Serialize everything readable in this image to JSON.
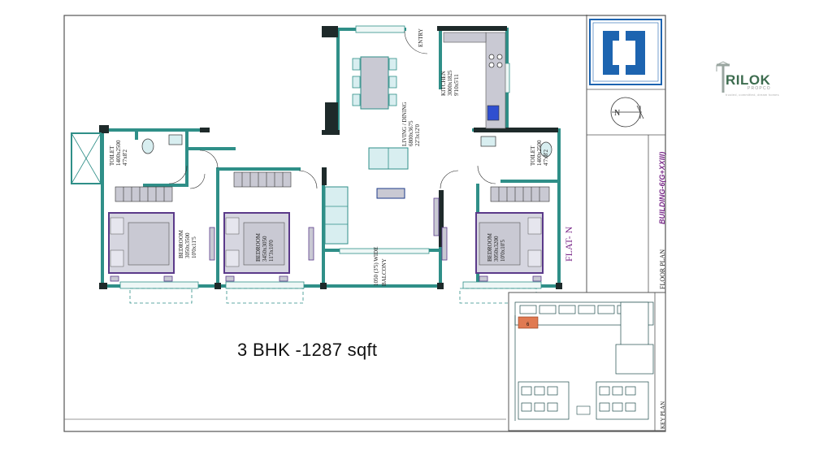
{
  "plan": {
    "caption": "3 BHK -1287 sqft",
    "flat_label": "FLAT- N",
    "floor_plan_label": "FLOOR PLAN",
    "building_label": "BUILDING-6(G+XXIII)",
    "key_plan_label": "KEY PLAN",
    "entry_label": "ENTRY",
    "rooms": {
      "living": {
        "name": "LIVING / DINING",
        "dim_mm": "6800x3675",
        "dim_ft": "22'3x12'0"
      },
      "kitchen": {
        "name": "KITCHEN",
        "dim_mm": "3000x1825",
        "dim_ft": "9'10x5'11"
      },
      "toilet_left": {
        "name": "TOILET",
        "dim_mm": "1400x2500",
        "dim_ft": "4'7x8'2"
      },
      "toilet_right": {
        "name": "TOILET",
        "dim_mm": "1400x2500",
        "dim_ft": "4'7x8'2"
      },
      "bedroom_1": {
        "name": "BEDROOM",
        "dim_mm": "3050x3500",
        "dim_ft": "10'0x11'5"
      },
      "bedroom_2": {
        "name": "BEDROOM",
        "dim_mm": "3450x3050",
        "dim_ft": "11'3x10'0"
      },
      "bedroom_3": {
        "name": "BEDROOM",
        "dim_mm": "3050x3200",
        "dim_ft": "10'0x10'5"
      },
      "balcony": {
        "name": "BALCONY",
        "width_note": "1050 (3'5) WIDE"
      }
    },
    "key_plan_marker": "6",
    "compass_letter": "N"
  },
  "brand": {
    "name": "RILOK",
    "sub": "PROPCO",
    "tagline": "trusted, committed, dream homes",
    "color": "#3d6c4f"
  },
  "colors": {
    "wall": "#2f8f88",
    "wall_dark": "#1e2a2a",
    "furniture_fill": "#c9c9d3",
    "bed_frame": "#5b3a8a",
    "fixture": "#d8eef0",
    "logo_blue": "#1d64b0"
  }
}
